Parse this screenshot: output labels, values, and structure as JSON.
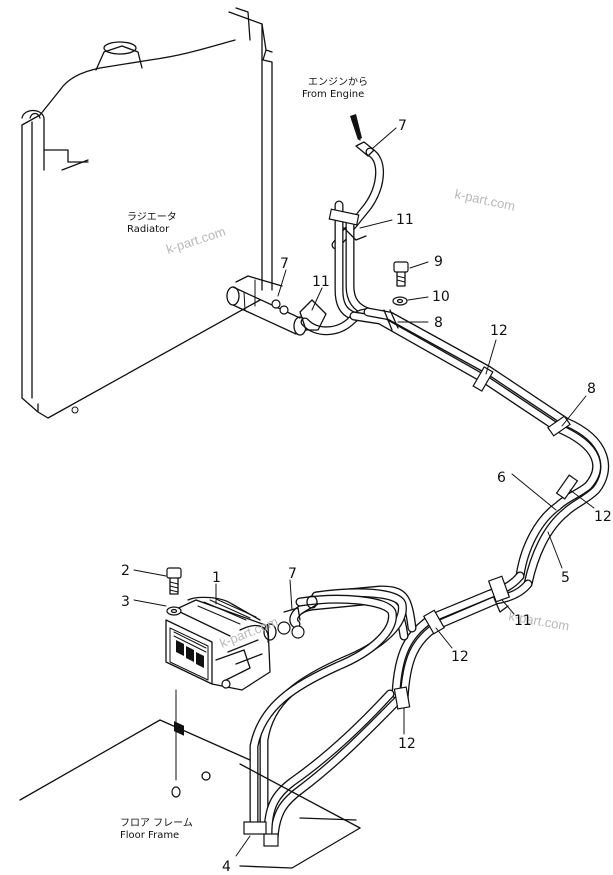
{
  "labels": {
    "engine_jp": "エンジンから",
    "engine_en": "From Engine",
    "radiator_jp": "ラジエータ",
    "radiator_en": "Radiator",
    "floor_jp": "フロア フレーム",
    "floor_en": "Floor Frame"
  },
  "watermark": "k-part.com",
  "callouts": {
    "c1": "1",
    "c2": "2",
    "c3": "3",
    "c4": "4",
    "c5": "5",
    "c6": "6",
    "c7a": "7",
    "c7b": "7",
    "c7c": "7",
    "c8a": "8",
    "c8b": "8",
    "c9": "9",
    "c10": "10",
    "c11a": "11",
    "c11b": "11",
    "c11c": "11",
    "c12a": "12",
    "c12b": "12",
    "c12c": "12",
    "c12d": "12"
  }
}
